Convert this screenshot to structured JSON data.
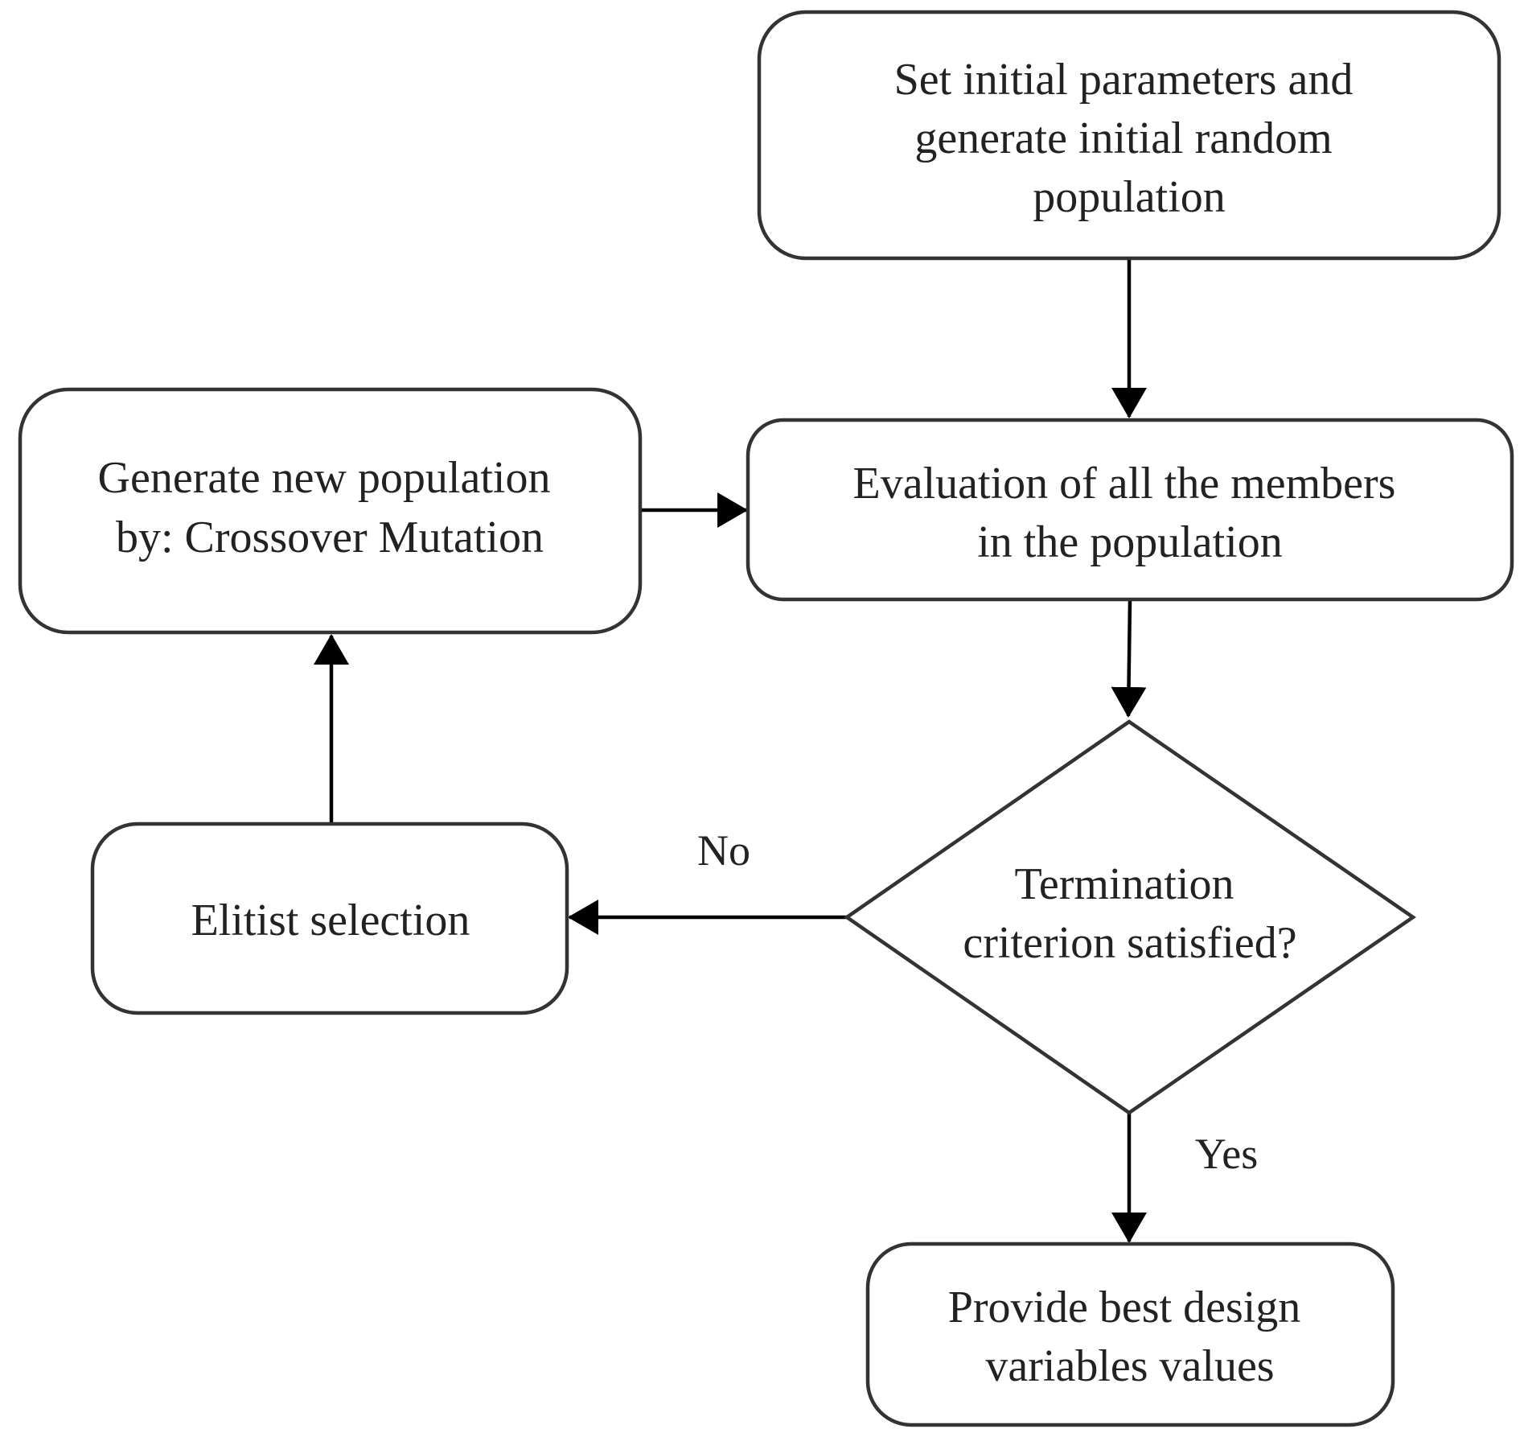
{
  "diagram": {
    "nodes": {
      "init": {
        "lines": [
          "Set initial parameters and",
          "generate initial random",
          "population"
        ]
      },
      "evaluate": {
        "lines": [
          "Evaluation of all the members",
          "in the population"
        ]
      },
      "generate": {
        "lines": [
          "Generate new population",
          "by: Crossover Mutation"
        ]
      },
      "decision": {
        "lines": [
          "Termination",
          "criterion satisfied?"
        ]
      },
      "elitist": {
        "lines": [
          "Elitist selection"
        ]
      },
      "result": {
        "lines": [
          "Provide best design",
          "variables values"
        ]
      }
    },
    "edge_labels": {
      "no": "No",
      "yes": "Yes"
    },
    "colors": {
      "box_stroke": "#333333",
      "arrow": "#000000",
      "text": "#222222",
      "background": "#ffffff"
    }
  }
}
